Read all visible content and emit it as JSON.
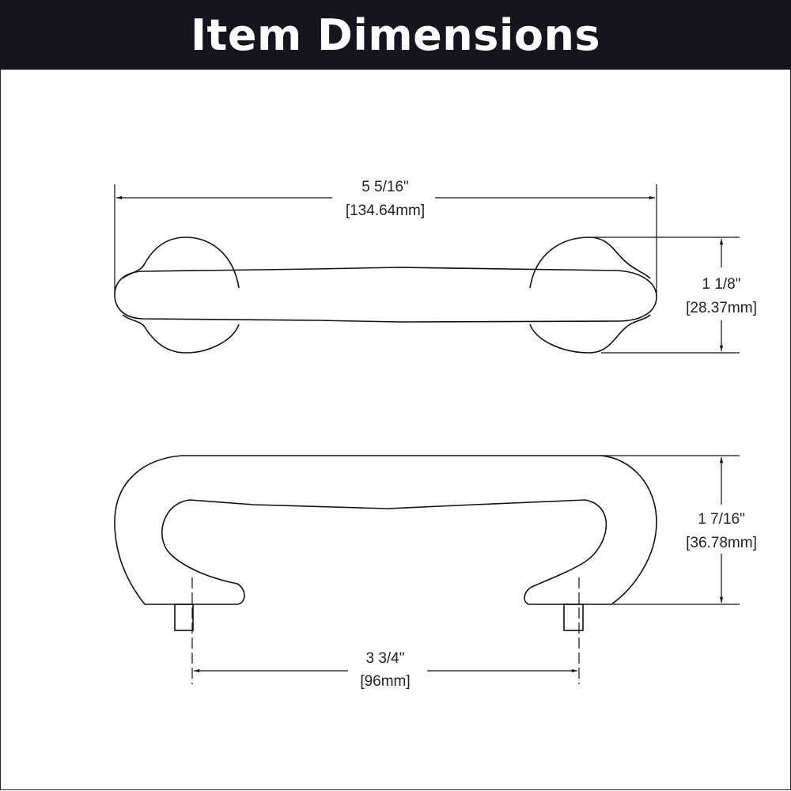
{
  "header": {
    "title": "Item Dimensions"
  },
  "dimensions": {
    "overall_length": {
      "imperial": "5 5/16\"",
      "metric": "[134.64mm]"
    },
    "base_height": {
      "imperial": "1 1/8\"",
      "metric": "[28.37mm]"
    },
    "projection": {
      "imperial": "1 7/16\"",
      "metric": "[36.78mm]"
    },
    "center_to_center": {
      "imperial": "3 3/4\"",
      "metric": "[96mm]"
    }
  }
}
